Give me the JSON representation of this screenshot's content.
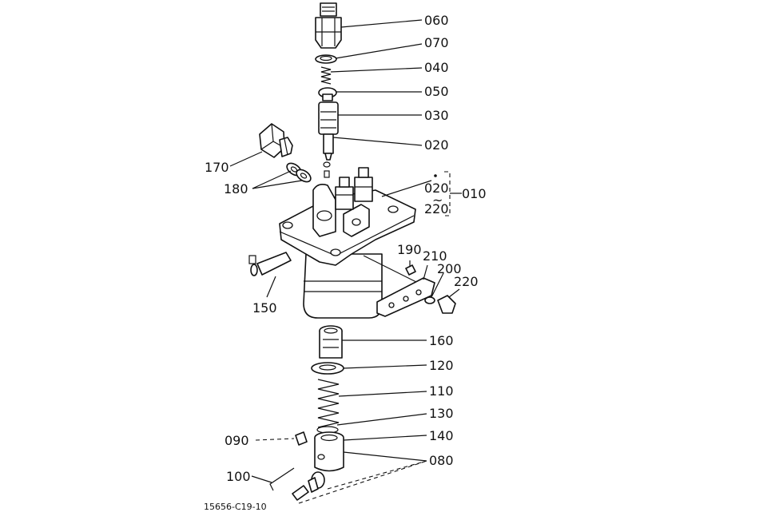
{
  "figure_code": "15656-C19-10",
  "parts": [
    {
      "id": "p060",
      "label": "060"
    },
    {
      "id": "p070",
      "label": "070"
    },
    {
      "id": "p040",
      "label": "040"
    },
    {
      "id": "p050",
      "label": "050"
    },
    {
      "id": "p030",
      "label": "030"
    },
    {
      "id": "p020",
      "label": "020"
    },
    {
      "id": "p170",
      "label": "170"
    },
    {
      "id": "p180",
      "label": "180"
    },
    {
      "id": "p020b",
      "label": "020"
    },
    {
      "id": "p010",
      "label": "010"
    },
    {
      "id": "p220b",
      "label": "220"
    },
    {
      "id": "p190",
      "label": "190"
    },
    {
      "id": "p210",
      "label": "210"
    },
    {
      "id": "p200",
      "label": "200"
    },
    {
      "id": "p220",
      "label": "220"
    },
    {
      "id": "p150",
      "label": "150"
    },
    {
      "id": "p160",
      "label": "160"
    },
    {
      "id": "p120",
      "label": "120"
    },
    {
      "id": "p110",
      "label": "110"
    },
    {
      "id": "p130",
      "label": "130"
    },
    {
      "id": "p140",
      "label": "140"
    },
    {
      "id": "p090",
      "label": "090"
    },
    {
      "id": "p080",
      "label": "080"
    },
    {
      "id": "p100",
      "label": "100"
    }
  ]
}
